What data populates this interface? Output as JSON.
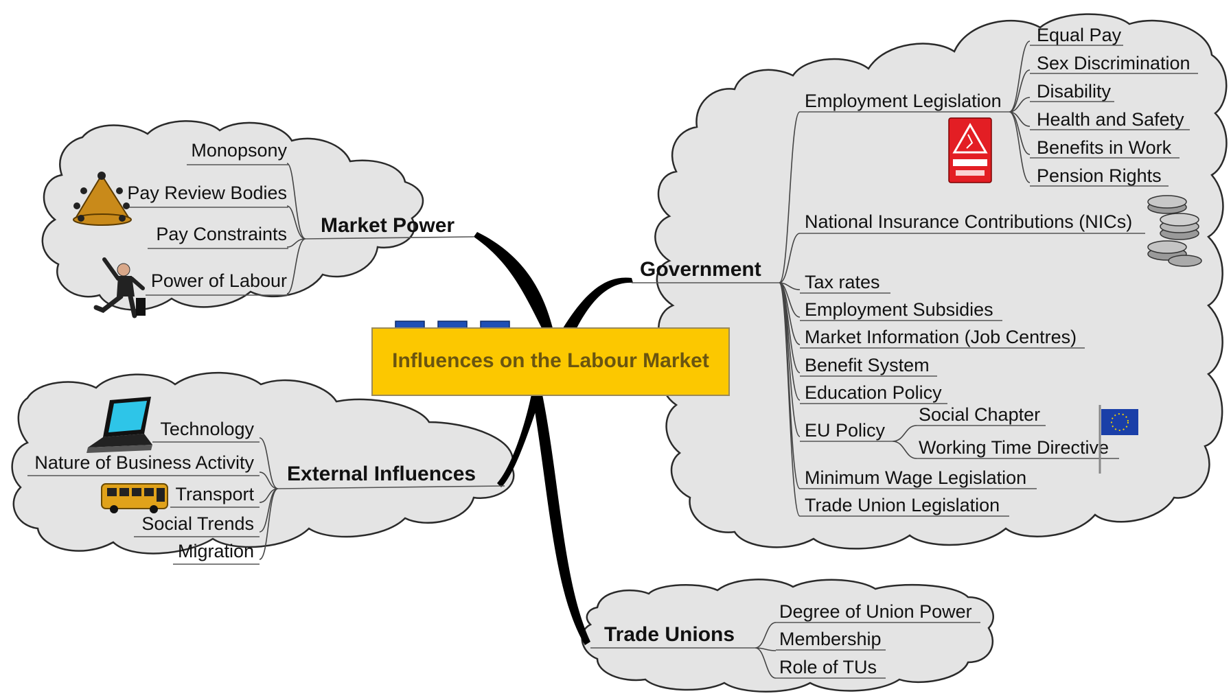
{
  "central_topic": "Influences on the Labour Market",
  "branches": {
    "market_power": {
      "label": "Market Power",
      "items": [
        "Monopsony",
        "Pay Review Bodies",
        "Pay Constraints",
        "Power of Labour"
      ]
    },
    "external_influences": {
      "label": "External Influences",
      "items": [
        "Technology",
        "Nature of Business Activity",
        "Transport",
        "Social Trends",
        "Migration"
      ]
    },
    "government": {
      "label": "Government",
      "employment_legislation": {
        "label": "Employment Legislation",
        "items": [
          "Equal Pay",
          "Sex Discrimination",
          "Disability",
          "Health and Safety",
          "Benefits in Work",
          "Pension Rights"
        ]
      },
      "items": [
        "National Insurance Contributions (NICs)",
        "Tax rates",
        "Employment Subsidies",
        "Market Information (Job Centres)",
        "Benefit System",
        "Education Policy"
      ],
      "eu_policy": {
        "label": "EU Policy",
        "items": [
          "Social Chapter",
          "Working Time Directive"
        ]
      },
      "items_after": [
        "Minimum Wage Legislation",
        "Trade Union Legislation"
      ]
    },
    "trade_unions": {
      "label": "Trade Unions",
      "items": [
        "Degree of Union Power",
        "Membership",
        "Role of TUs"
      ]
    }
  },
  "icons": {
    "danger_sign": "danger-sign-icon",
    "coins": "coins-icon",
    "eu_flag": "eu-flag-icon",
    "pyramid_people": "meeting-pyramid-icon",
    "jumping_man": "jumping-businessman-icon",
    "laptop": "laptop-icon",
    "bus": "bus-icon"
  },
  "colors": {
    "central_fill": "#fcc800",
    "cloud_fill": "#e4e4e4",
    "tab_blue": "#1f4fb5"
  }
}
